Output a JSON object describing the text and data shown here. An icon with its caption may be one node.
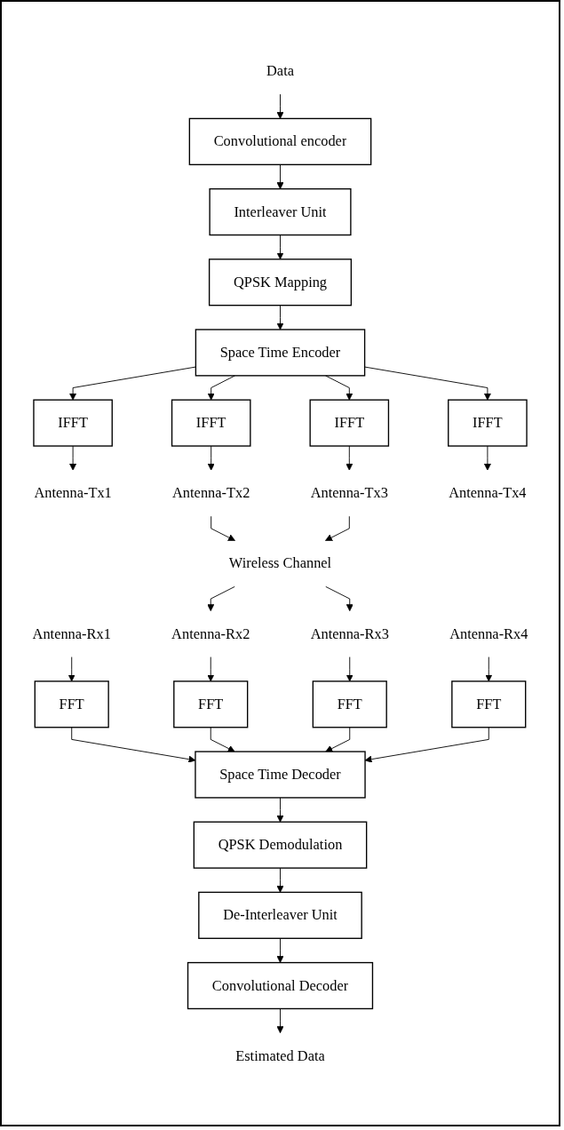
{
  "diagram": {
    "nodes": [
      {
        "text": [
          "Data"
        ]
      },
      {
        "text": [
          "Convolutional encoder"
        ]
      },
      {
        "text": [
          "Interleaver Unit"
        ]
      },
      {
        "text": [
          "QPSK Mapping"
        ]
      },
      {
        "text": [
          "Space Time Encoder"
        ]
      },
      {
        "text": [
          "IFFT"
        ]
      },
      {
        "text": [
          "IFFT"
        ]
      },
      {
        "text": [
          "IFFT"
        ]
      },
      {
        "text": [
          "IFFT"
        ]
      },
      {
        "text": [
          "Antenna-Tx1"
        ]
      },
      {
        "text": [
          "Antenna-Tx2"
        ]
      },
      {
        "text": [
          "Antenna-Tx3"
        ]
      },
      {
        "text": [
          "Antenna-Tx4"
        ]
      },
      {
        "text": [
          "Wireless Channel"
        ]
      },
      {
        "text": [
          "Antenna-Rx1"
        ]
      },
      {
        "text": [
          "Antenna-Rx2"
        ]
      },
      {
        "text": [
          "Antenna-Rx3"
        ]
      },
      {
        "text": [
          "Antenna-Rx4"
        ]
      },
      {
        "text": [
          "FFT"
        ]
      },
      {
        "text": [
          "FFT"
        ]
      },
      {
        "text": [
          "FFT"
        ]
      },
      {
        "text": [
          "FFT"
        ]
      },
      {
        "text": [
          "Space Time Decoder"
        ]
      },
      {
        "text": [
          "QPSK Demodulation"
        ]
      },
      {
        "text": [
          "De-Interleaver Unit"
        ]
      },
      {
        "text": [
          "Convolutional Decoder"
        ]
      },
      {
        "text": [
          "Estimated Data"
        ]
      }
    ],
    "edges": [
      {
        "from": 0,
        "to": 1,
        "arrow": "to"
      },
      {
        "from": 1,
        "to": 2,
        "arrow": "to"
      },
      {
        "from": 2,
        "to": 3,
        "arrow": "to"
      },
      {
        "from": 3,
        "to": 4,
        "arrow": "to"
      },
      {
        "from": 4,
        "to": 5,
        "arrow": "to"
      },
      {
        "from": 4,
        "to": 6,
        "arrow": "to"
      },
      {
        "from": 4,
        "to": 7,
        "arrow": "to"
      },
      {
        "from": 4,
        "to": 8,
        "arrow": "to"
      },
      {
        "from": 5,
        "to": 9,
        "arrow": "to"
      },
      {
        "from": 6,
        "to": 10,
        "arrow": "to"
      },
      {
        "from": 7,
        "to": 11,
        "arrow": "to"
      },
      {
        "from": 8,
        "to": 12,
        "arrow": "to"
      },
      {
        "from": 10,
        "to": 13,
        "arrow": "to"
      },
      {
        "from": 11,
        "to": 13,
        "arrow": "to"
      },
      {
        "from": 13,
        "to": 15,
        "arrow": "to"
      },
      {
        "from": 13,
        "to": 16,
        "arrow": "to"
      },
      {
        "from": 14,
        "to": 18,
        "arrow": "to"
      },
      {
        "from": 15,
        "to": 19,
        "arrow": "to"
      },
      {
        "from": 16,
        "to": 20,
        "arrow": "to"
      },
      {
        "from": 17,
        "to": 21,
        "arrow": "to"
      },
      {
        "from": 18,
        "to": 22,
        "arrow": "to"
      },
      {
        "from": 19,
        "to": 22,
        "arrow": "to"
      },
      {
        "from": 20,
        "to": 22,
        "arrow": "to"
      },
      {
        "from": 21,
        "to": 22,
        "arrow": "to"
      },
      {
        "from": 22,
        "to": 23,
        "arrow": "to"
      },
      {
        "from": 23,
        "to": 24,
        "arrow": "to"
      },
      {
        "from": 24,
        "to": 25,
        "arrow": "to"
      },
      {
        "from": 25,
        "to": 26,
        "arrow": "to"
      }
    ]
  }
}
